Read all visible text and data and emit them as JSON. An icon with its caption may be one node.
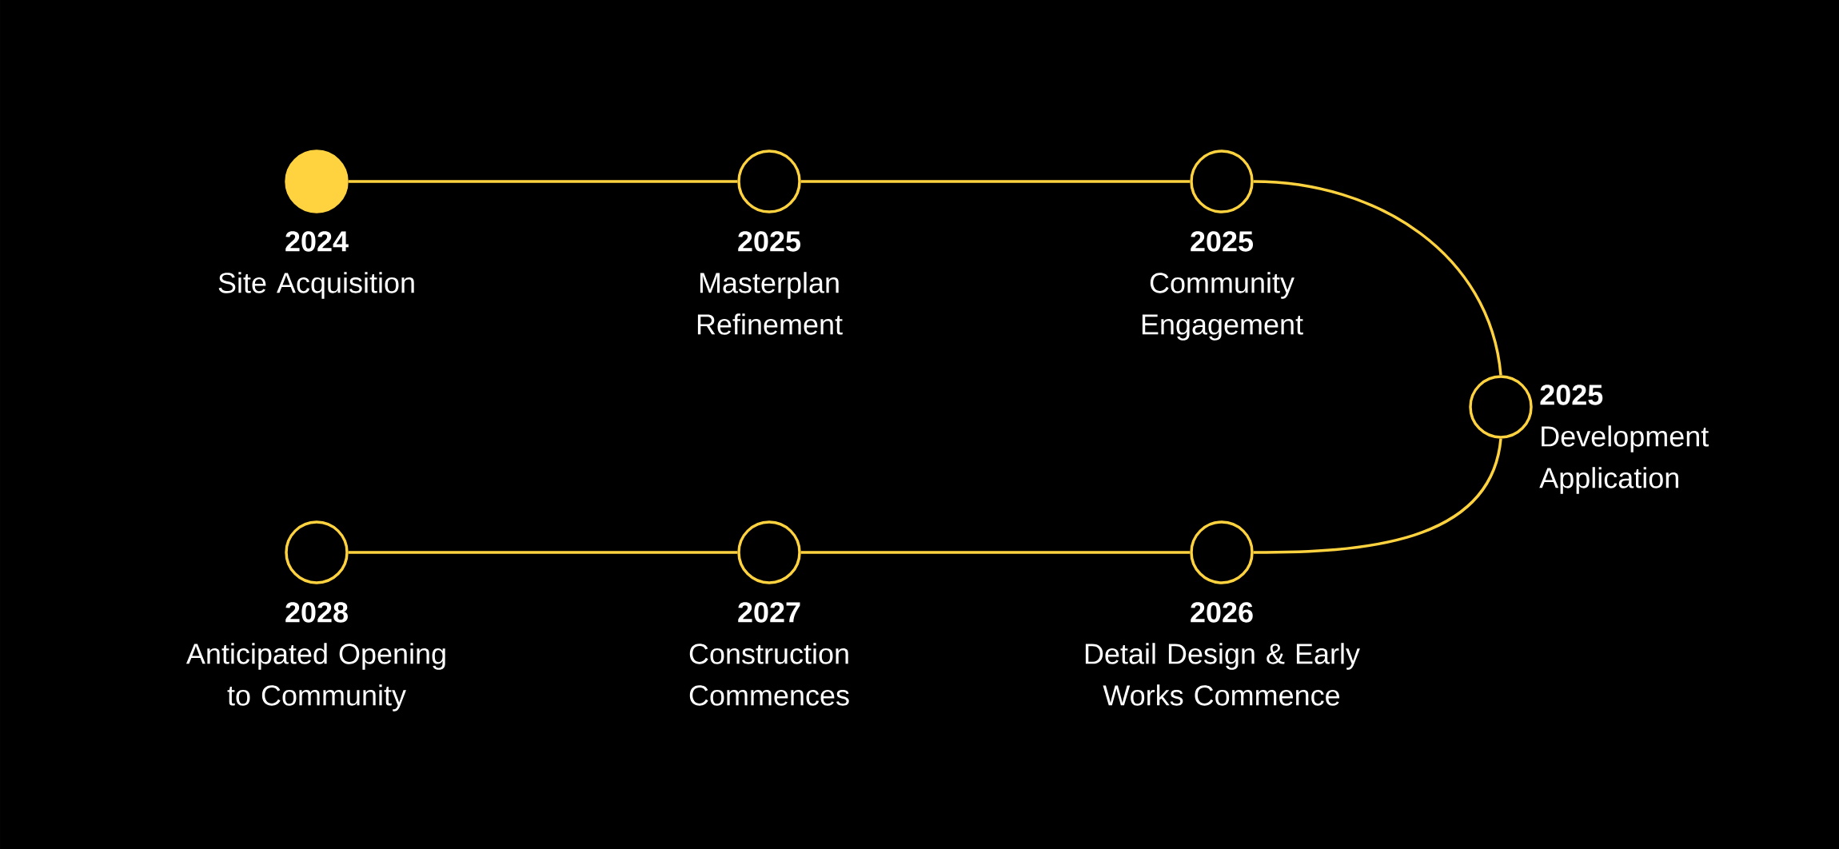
{
  "diagram": {
    "nodes": [
      {
        "text": [
          "2024",
          "Site Acquisition"
        ]
      },
      {
        "text": [
          "2025",
          "Masterplan Refinement"
        ]
      },
      {
        "text": [
          "2025",
          "Community Engagement"
        ]
      },
      {
        "text": [
          "2025",
          "Development Application"
        ]
      },
      {
        "text": [
          "2026",
          "Detail Design & Early Works Commence"
        ]
      },
      {
        "text": [
          "2027",
          "Construction Commences"
        ]
      },
      {
        "text": [
          "2028",
          "Anticipated Opening to Community"
        ]
      }
    ],
    "edges": [
      {
        "from": 0,
        "to": 1,
        "arrow": "none"
      },
      {
        "from": 1,
        "to": 2,
        "arrow": "none"
      },
      {
        "from": 2,
        "to": 3,
        "arrow": "none"
      },
      {
        "from": 3,
        "to": 4,
        "arrow": "none"
      },
      {
        "from": 4,
        "to": 5,
        "arrow": "none"
      },
      {
        "from": 5,
        "to": 6,
        "arrow": "none"
      }
    ]
  }
}
